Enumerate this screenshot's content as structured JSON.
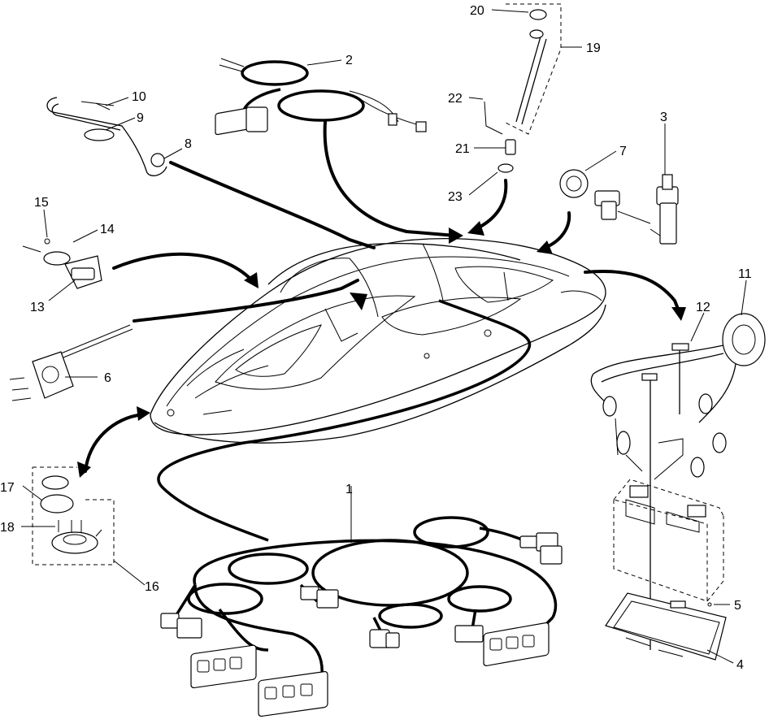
{
  "callouts": [
    {
      "num": "1"
    },
    {
      "num": "2"
    },
    {
      "num": "3"
    },
    {
      "num": "4"
    },
    {
      "num": "5"
    },
    {
      "num": "6"
    },
    {
      "num": "7"
    },
    {
      "num": "8"
    },
    {
      "num": "9"
    },
    {
      "num": "10"
    },
    {
      "num": "11"
    },
    {
      "num": "12"
    },
    {
      "num": "13"
    },
    {
      "num": "14"
    },
    {
      "num": "15"
    },
    {
      "num": "16"
    },
    {
      "num": "17"
    },
    {
      "num": "18"
    },
    {
      "num": "19"
    },
    {
      "num": "20"
    },
    {
      "num": "21"
    },
    {
      "num": "22"
    },
    {
      "num": "23"
    }
  ]
}
